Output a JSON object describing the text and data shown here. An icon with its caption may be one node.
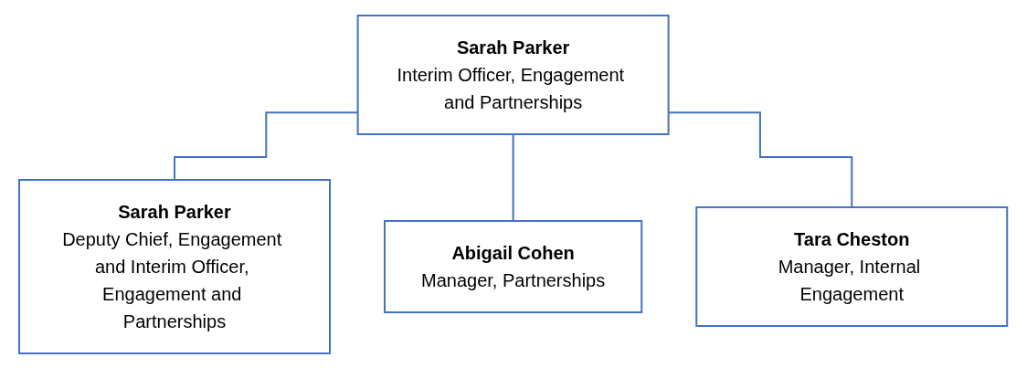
{
  "diagram": {
    "nodes": [
      {
        "text": [
          "Sarah Parker",
          "Interim Officer, Engagement and Partnerships"
        ]
      },
      {
        "text": [
          "Sarah Parker",
          "Deputy Chief, Engagement and Interim Officer, Engagement and Partnerships"
        ]
      },
      {
        "text": [
          "Abigail Cohen",
          "Manager, Partnerships"
        ]
      },
      {
        "text": [
          "Tara Cheston",
          "Manager, Internal Engagement"
        ]
      }
    ],
    "edges": [
      {
        "from": 0,
        "to": 1,
        "arrow": "none"
      },
      {
        "from": 0,
        "to": 2,
        "arrow": "none"
      },
      {
        "from": 0,
        "to": 3,
        "arrow": "none"
      }
    ]
  }
}
